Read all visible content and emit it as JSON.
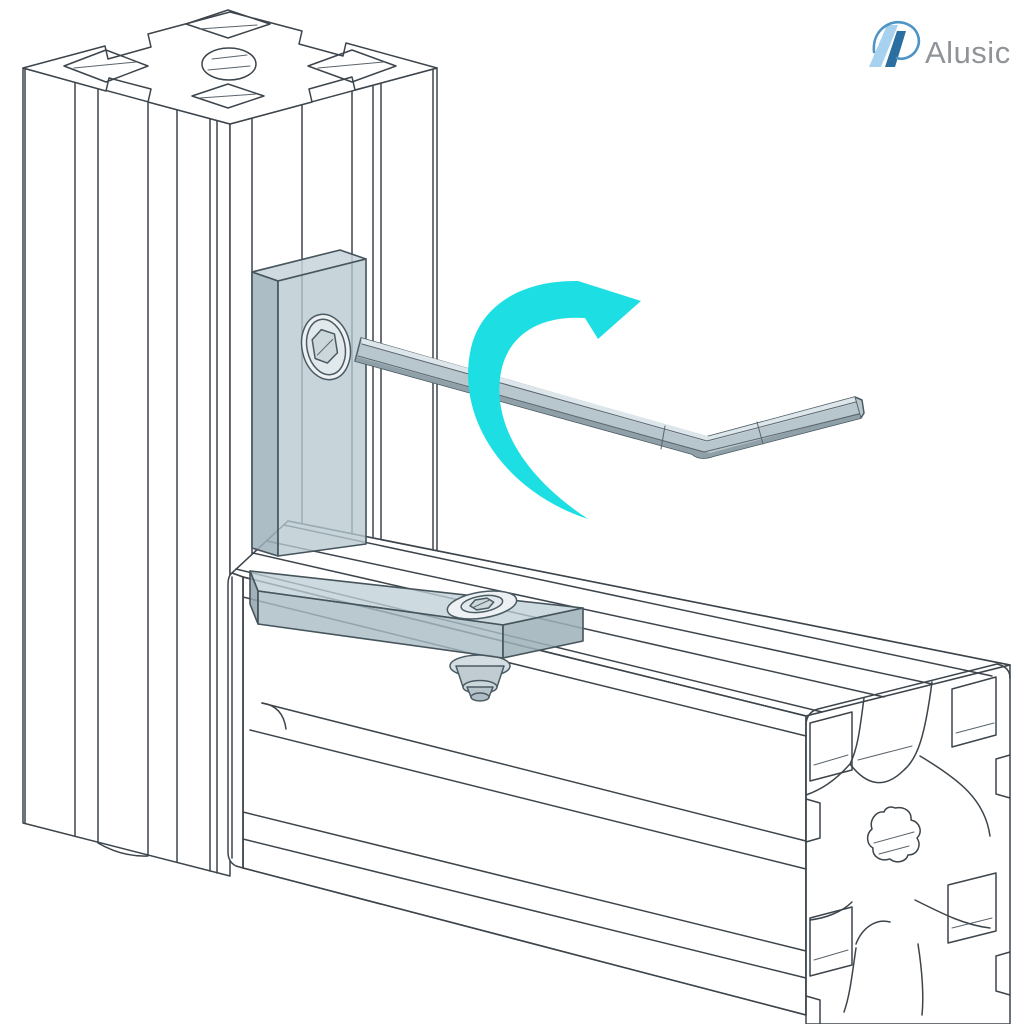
{
  "brand": {
    "name": "Alusic"
  },
  "colors": {
    "background": "#ffffff",
    "line": "#3d454c",
    "arrow": "#1ddfe3",
    "bracket_top": "#c5d4da",
    "bracket_side": "#9fb2bb",
    "bracket_front": "#b7c9d1",
    "plate_top": "#bfcfd6",
    "plate_front": "#a9bcc4",
    "plate_end": "#9cb0b9",
    "key_body": "#b8c6cd",
    "key_highlight": "#dde6ea",
    "key_shadow": "#8fa0a9",
    "screw_face": "#edf1f3",
    "screw_inner": "#e2e9ec",
    "hex_socket": "#ccd7dc",
    "nut_body": "#c0ccd2",
    "brand_light": "#a6d2ef",
    "brand_dark": "#2a6f9f",
    "brand_swoosh": "#4e94c4",
    "brand_text": "#8f9499"
  },
  "parts": {
    "vertical_profile": "vertical aluminium T-slot profile",
    "horizontal_profile": "horizontal aluminium T-slot profile",
    "angle_bracket": "semi-transparent angle bracket",
    "vertical_screw": "socket screw in bracket vertical arm",
    "horizontal_screw": "button-head screw in bracket horizontal arm",
    "t_nut": "T-slot nut below bracket horizontal arm",
    "hex_key": "hex Allen key",
    "rotation_arrow": "tightening rotation arrow"
  }
}
